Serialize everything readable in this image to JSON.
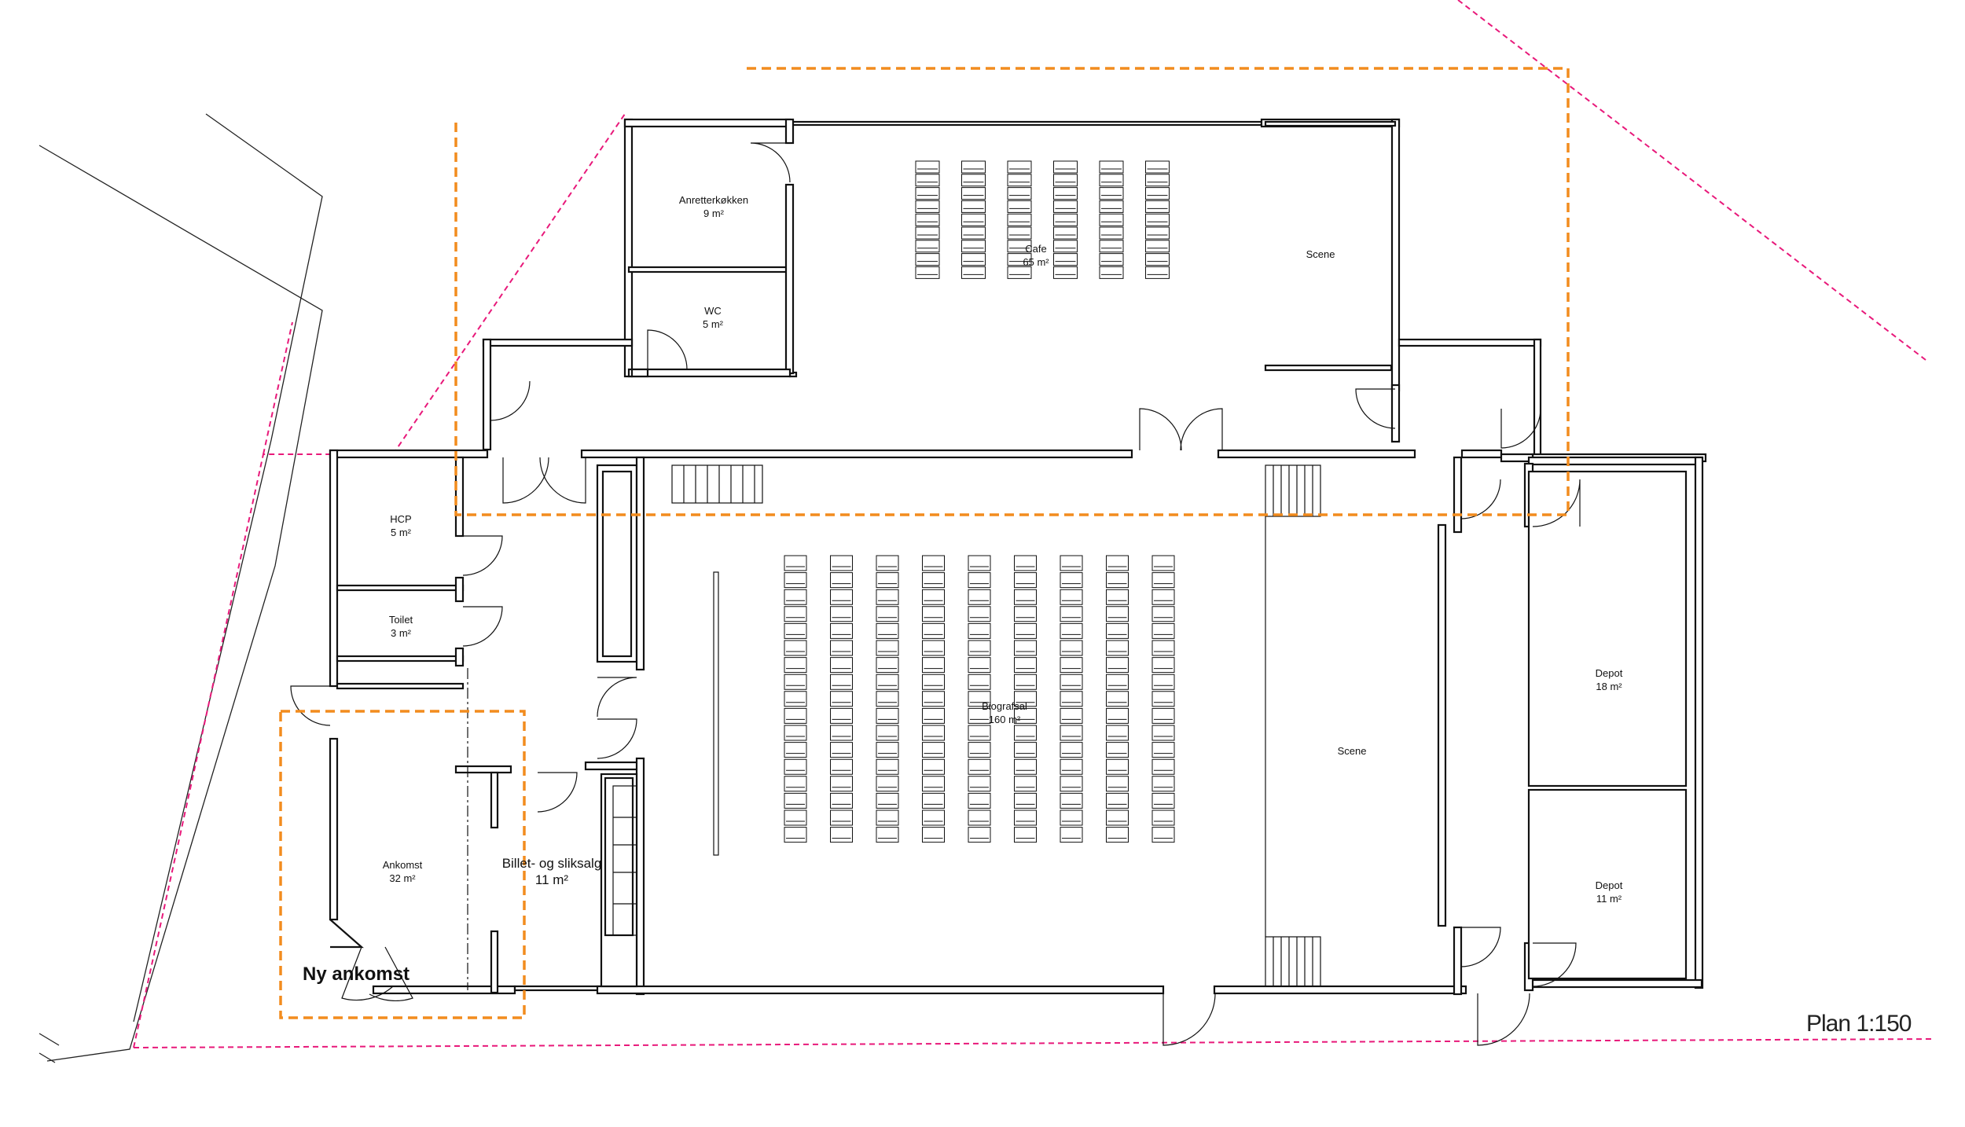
{
  "title": "Ny ankomst",
  "scale": "Plan 1:150",
  "colors": {
    "boundary": "#e8197a",
    "highlight": "#f28c1e",
    "wall": "#111111"
  },
  "rooms": {
    "anretter": {
      "name": "Anretterkøkken",
      "area": "9 m²"
    },
    "wc": {
      "name": "WC",
      "area": "5 m²"
    },
    "cafe": {
      "name": "Cafe",
      "area": "65 m²"
    },
    "scene_top": {
      "name": "Scene"
    },
    "hcp": {
      "name": "HCP",
      "area": "5 m²"
    },
    "toilet": {
      "name": "Toilet",
      "area": "3 m²"
    },
    "ankomst": {
      "name": "Ankomst",
      "area": "32 m²"
    },
    "billet": {
      "name": "Billet- og sliksalg",
      "area": "11 m²"
    },
    "biograf": {
      "name": "Biografsal",
      "area": "160 m²"
    },
    "scene_main": {
      "name": "Scene"
    },
    "depot1": {
      "name": "Depot",
      "area": "18 m²"
    },
    "depot2": {
      "name": "Depot",
      "area": "11 m²"
    }
  }
}
